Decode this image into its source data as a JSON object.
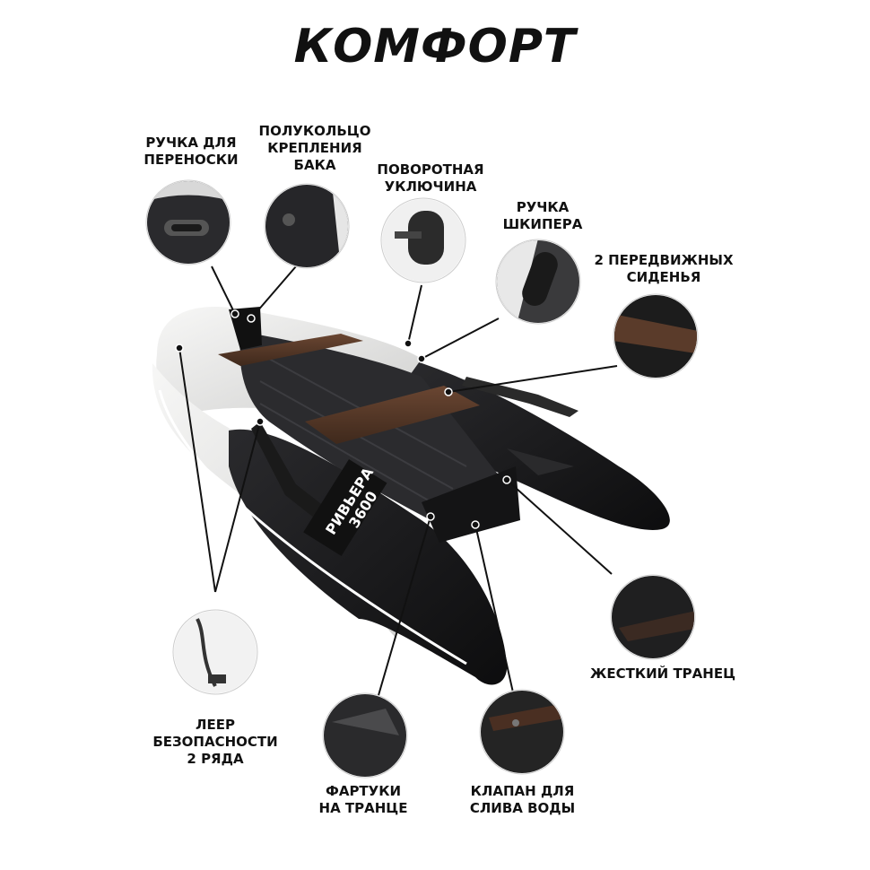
{
  "title": "КОМФОРТ",
  "boat": {
    "name": "РИВЬЕРА",
    "model": "3600"
  },
  "callouts": {
    "carry_handle": [
      "РУЧКА ДЛЯ",
      "ПЕРЕНОСКИ"
    ],
    "tank_ring": [
      "ПОЛУКОЛЬЦО",
      "КРЕПЛЕНИЯ",
      "БАКА"
    ],
    "oarlock": [
      "ПОВОРОТНАЯ",
      "УКЛЮЧИНА"
    ],
    "skipper_handle": [
      "РУЧКА",
      "ШКИПЕРА"
    ],
    "seats": [
      "2 ПЕРЕДВИЖНЫХ",
      "СИДЕНЬЯ"
    ],
    "transom": [
      "ЖЕСТКИЙ ТРАНЕЦ"
    ],
    "safety_line": [
      "ЛЕЕР",
      "БЕЗОПАСНОСТИ",
      "2 РЯДА"
    ],
    "aprons": [
      "ФАРТУКИ",
      "НА ТРАНЦЕ"
    ],
    "drain_valve": [
      "КЛАПАН ДЛЯ",
      "СЛИВА ВОДЫ"
    ]
  },
  "colors": {
    "hull_black": "#1c1c1e",
    "hull_white": "#ededec",
    "seat_brown": "#5a3b2a"
  }
}
